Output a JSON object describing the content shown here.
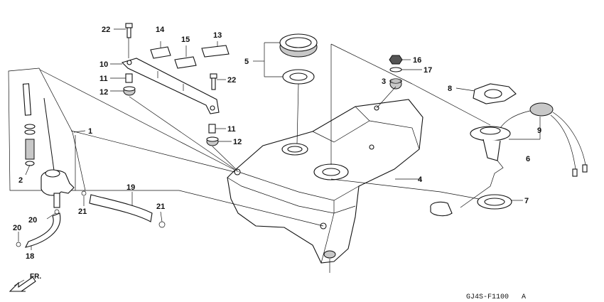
{
  "callouts": {
    "c22a": "22",
    "c14": "14",
    "c15": "15",
    "c13": "13",
    "c10": "10",
    "c11a": "11",
    "c12a": "12",
    "c22b": "22",
    "c11b": "11",
    "c12b": "12",
    "c5": "5",
    "c16": "16",
    "c17": "17",
    "c3": "3",
    "c8": "8",
    "c9": "9",
    "c6": "6",
    "c1": "1",
    "c2": "2",
    "c4": "4",
    "c7": "7",
    "c19": "19",
    "c21a": "21",
    "c21b": "21",
    "c20a": "20",
    "c20b": "20",
    "c18": "18"
  },
  "front_marker": "FR.",
  "diagram_code": "GJ4S-F1100",
  "diagram_code_suffix": "A"
}
